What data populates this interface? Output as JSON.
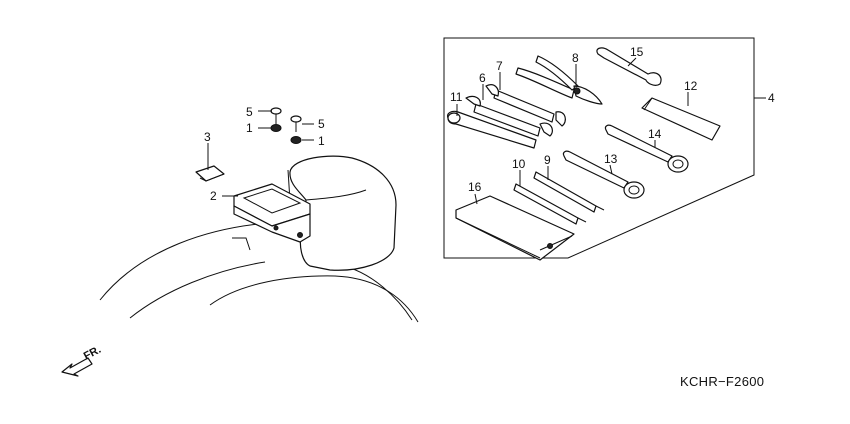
{
  "diagram": {
    "drawing_code": "KCHR−F2600",
    "direction_label": "FR.",
    "callouts": {
      "c1a": "1",
      "c1b": "1",
      "c2": "2",
      "c3": "3",
      "c4": "4",
      "c5a": "5",
      "c5b": "5",
      "c6": "6",
      "c7": "7",
      "c8": "8",
      "c9": "9",
      "c10": "10",
      "c11": "11",
      "c13": "13",
      "c14": "14",
      "c15": "15",
      "c16": "16"
    }
  }
}
